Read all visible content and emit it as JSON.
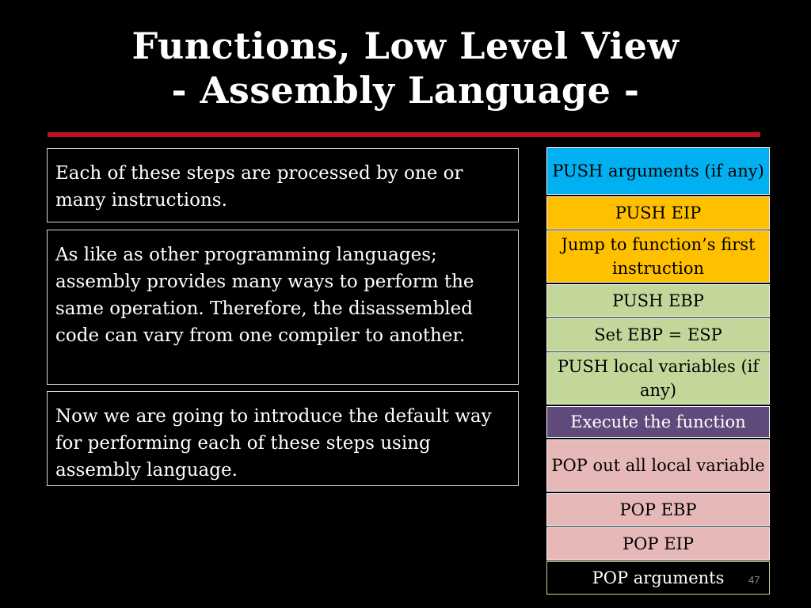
{
  "slide": {
    "title_line1": "Functions, Low Level View",
    "title_line2": "- Assembly Language -",
    "page_number": "47",
    "colors": {
      "background": "#000000",
      "rule": "#c0101e",
      "text": "#ffffff"
    }
  },
  "text_boxes": [
    "Each of these steps are processed by one or many instructions.",
    "As like as other programming languages; assembly provides many ways to perform the same operation. Therefore, the disassembled code can vary from one compiler to another.",
    "Now we are going to introduce the default way for performing each of these steps using assembly language."
  ],
  "steps": [
    {
      "label": "PUSH arguments (if any)",
      "color": "#00b0f0"
    },
    {
      "label": "PUSH EIP",
      "color": "#ffc000"
    },
    {
      "label": "Jump to function’s first instruction",
      "color": "#ffc000"
    },
    {
      "label": "PUSH EBP",
      "color": "#c4d79b"
    },
    {
      "label": "Set EBP = ESP",
      "color": "#c4d79b"
    },
    {
      "label": "PUSH local variables (if any)",
      "color": "#c4d79b"
    },
    {
      "label": "Execute the function",
      "color": "#604a7b"
    },
    {
      "label": "POP out all local variable",
      "color": "#e6b9b8"
    },
    {
      "label": "POP EBP",
      "color": "#e6b9b8"
    },
    {
      "label": "POP EIP",
      "color": "#e6b9b8"
    },
    {
      "label": "POP arguments",
      "color": "#000000"
    }
  ]
}
